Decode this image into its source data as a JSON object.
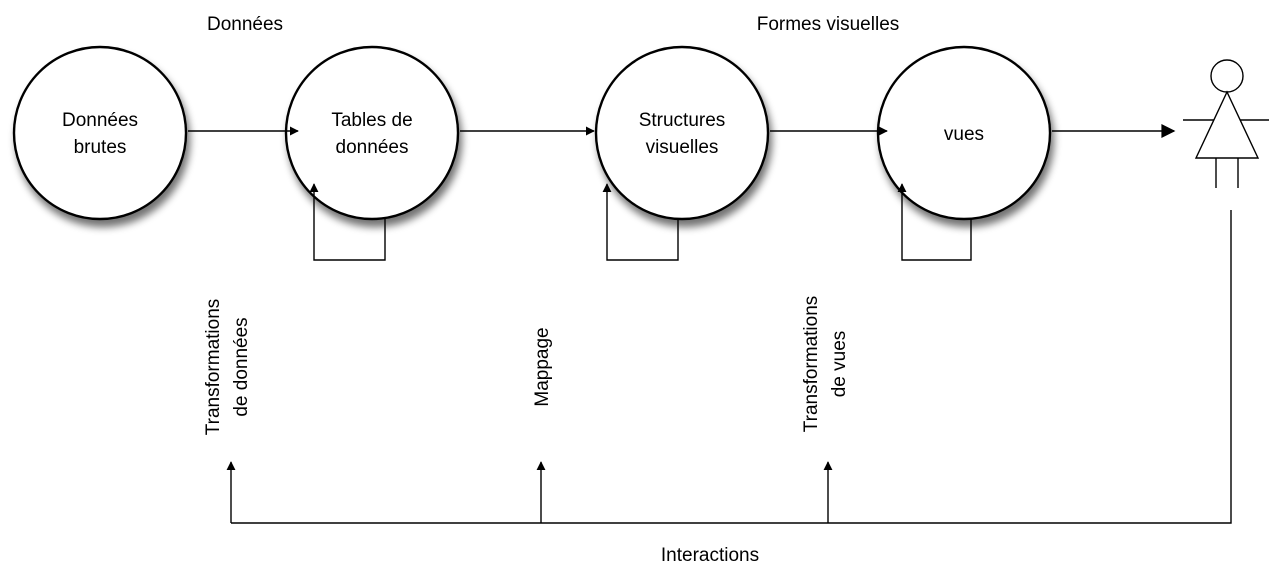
{
  "headings": {
    "donnees": "Données",
    "formes_visuelles": "Formes visuelles"
  },
  "nodes": {
    "raw_data": [
      "Données",
      "brutes"
    ],
    "data_tables": [
      "Tables de",
      "données"
    ],
    "visual_structures": [
      "Structures",
      "visuelles"
    ],
    "views": [
      "vues"
    ]
  },
  "transforms": {
    "data_transformations": [
      "Transformations",
      "de données"
    ],
    "mapping": [
      "Mappage"
    ],
    "view_transformations": [
      "Transformations",
      "de vues"
    ]
  },
  "interactions_label": "Interactions",
  "user_icon": "user-stick-figure-icon"
}
